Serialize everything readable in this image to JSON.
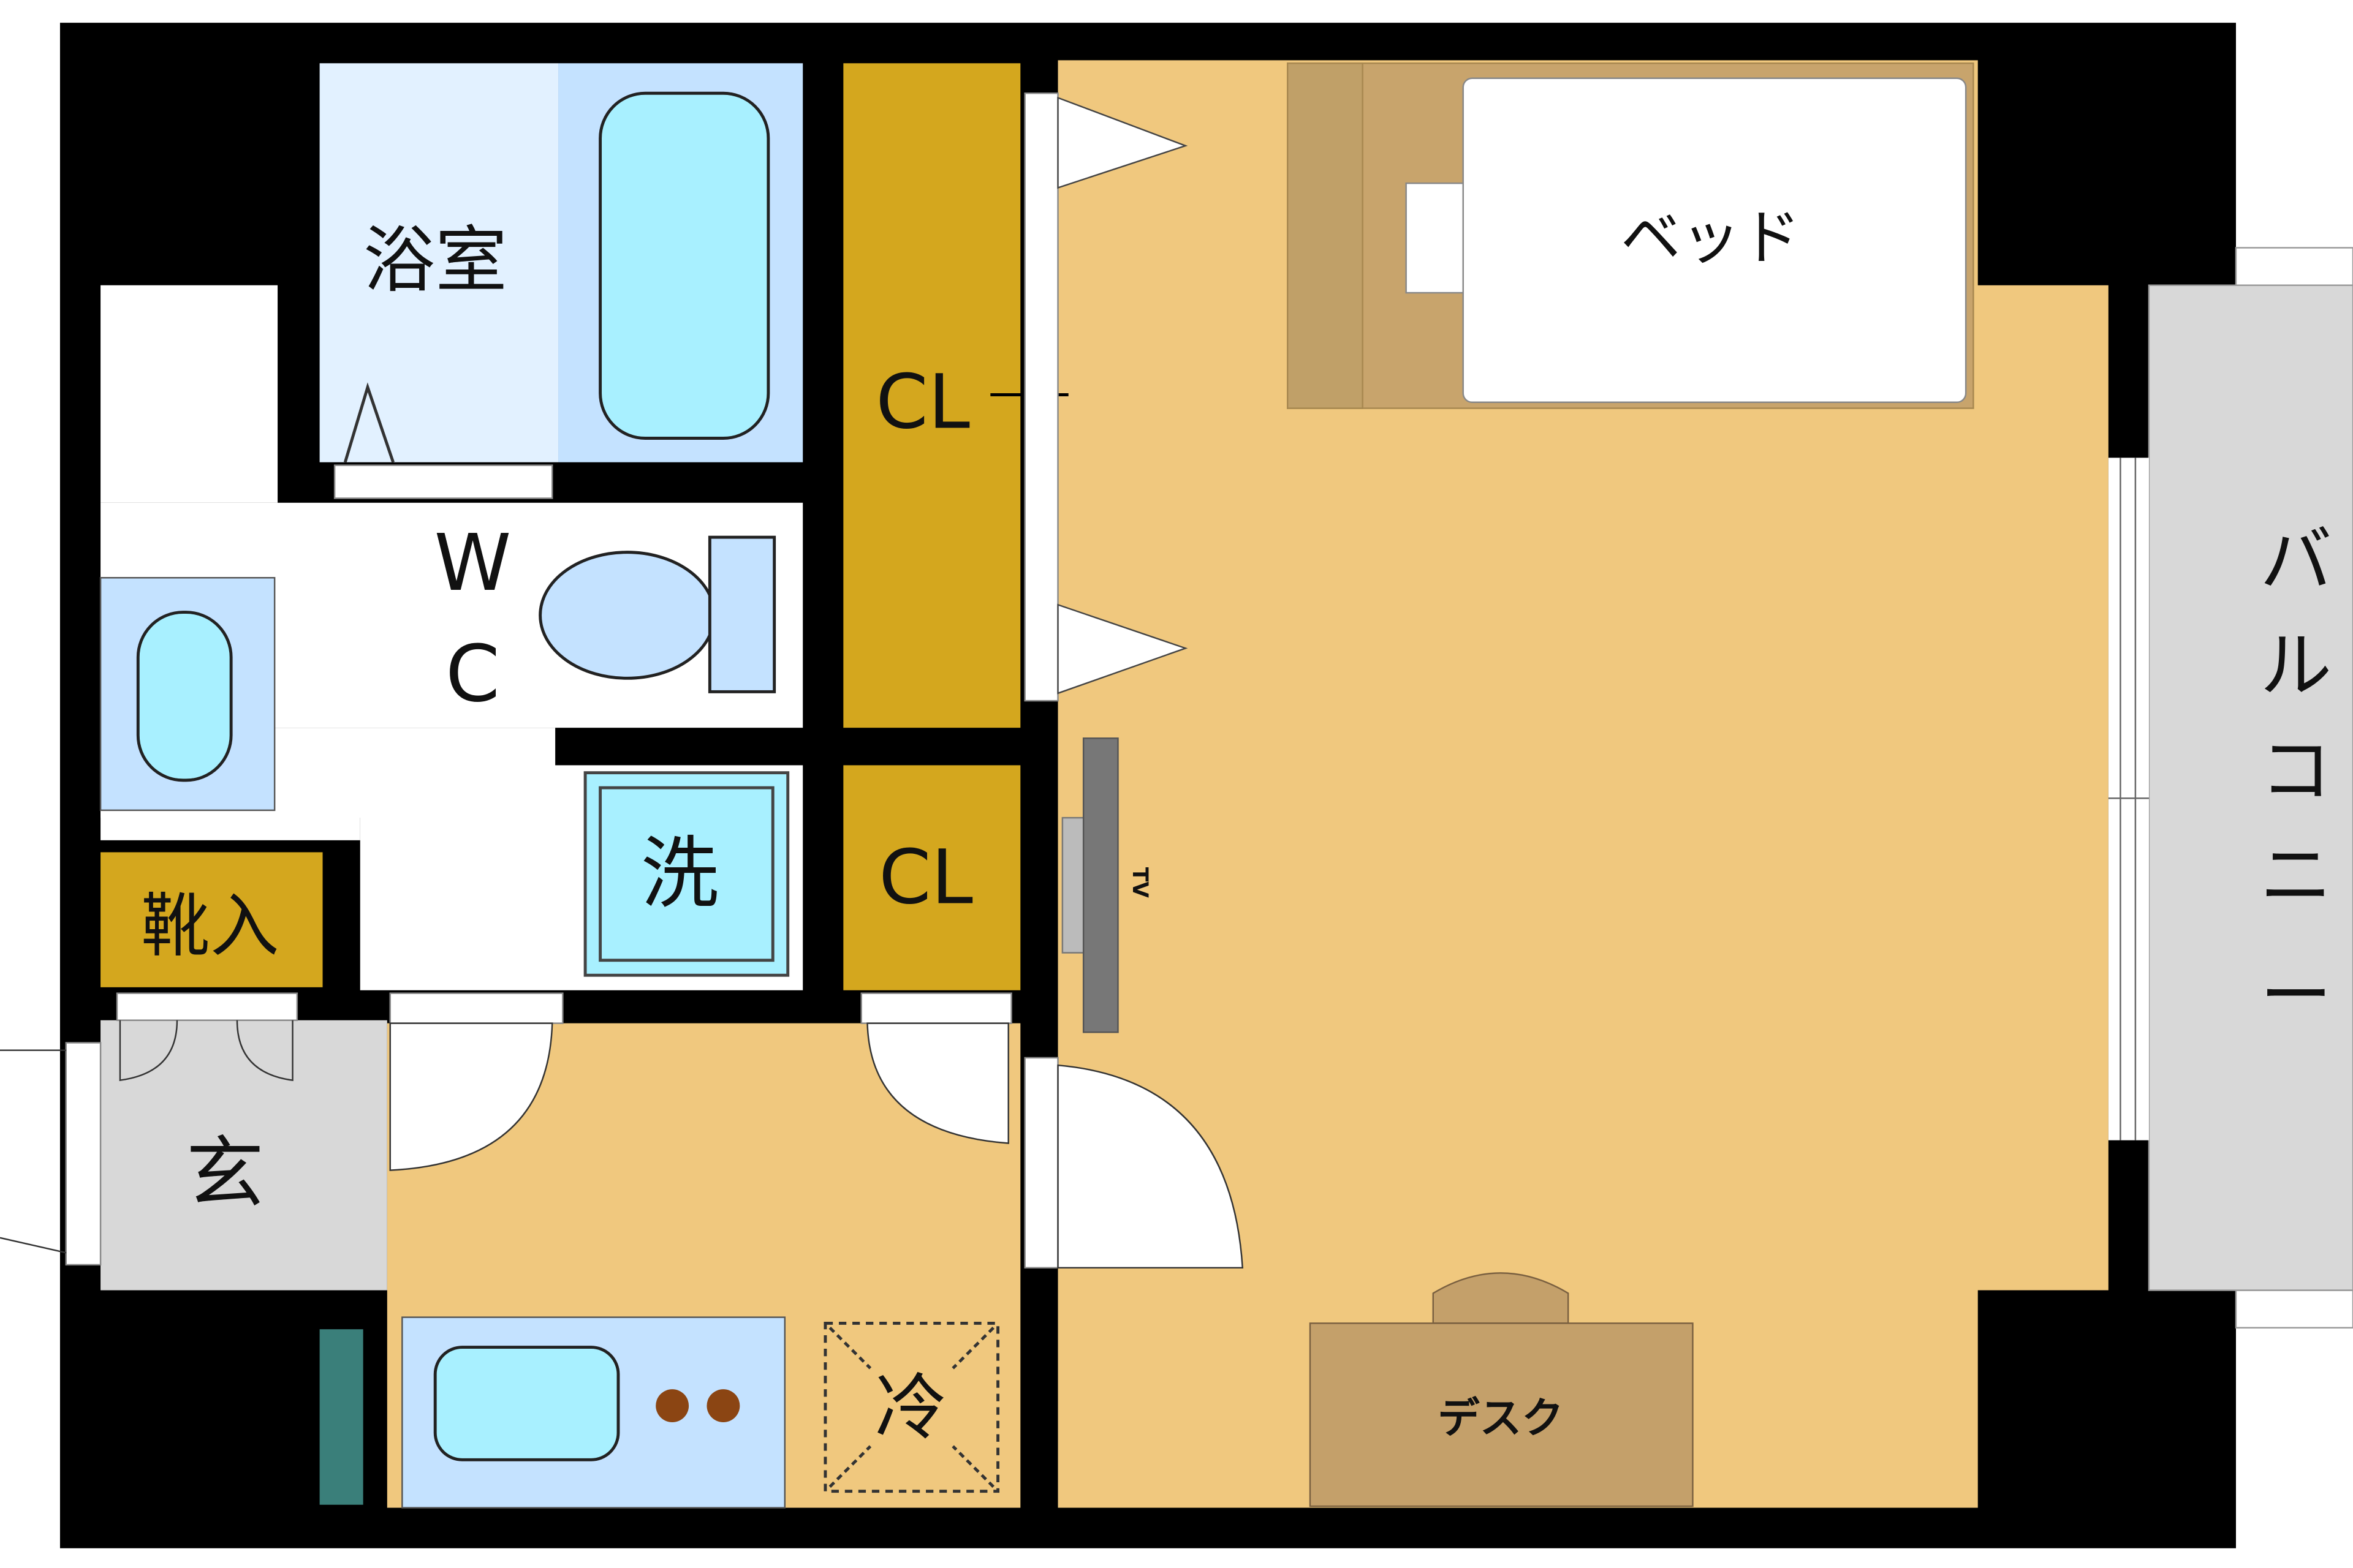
{
  "rooms": {
    "bathroom": "浴室",
    "bed": "ベッド",
    "wc_w": "W",
    "wc_c": "C",
    "closet_top": "CL",
    "closet_bottom": "CL",
    "washer": "洗",
    "shoe_cabinet": "靴入",
    "entrance": "玄",
    "fridge": "冷",
    "tv": "TV",
    "desk": "デスク",
    "balcony": [
      "バ",
      "ル",
      "コ",
      "ニ",
      "ー"
    ]
  },
  "colors": {
    "wall": "#000000",
    "floor": "#F0C87E",
    "closet": "#D4A71E",
    "water": "#A8F0FF",
    "bath_room": "#E2F1FF",
    "wet_area": "#C4E2FF",
    "entrance": "#D8D8D8",
    "furniture": "#C8A46C"
  }
}
